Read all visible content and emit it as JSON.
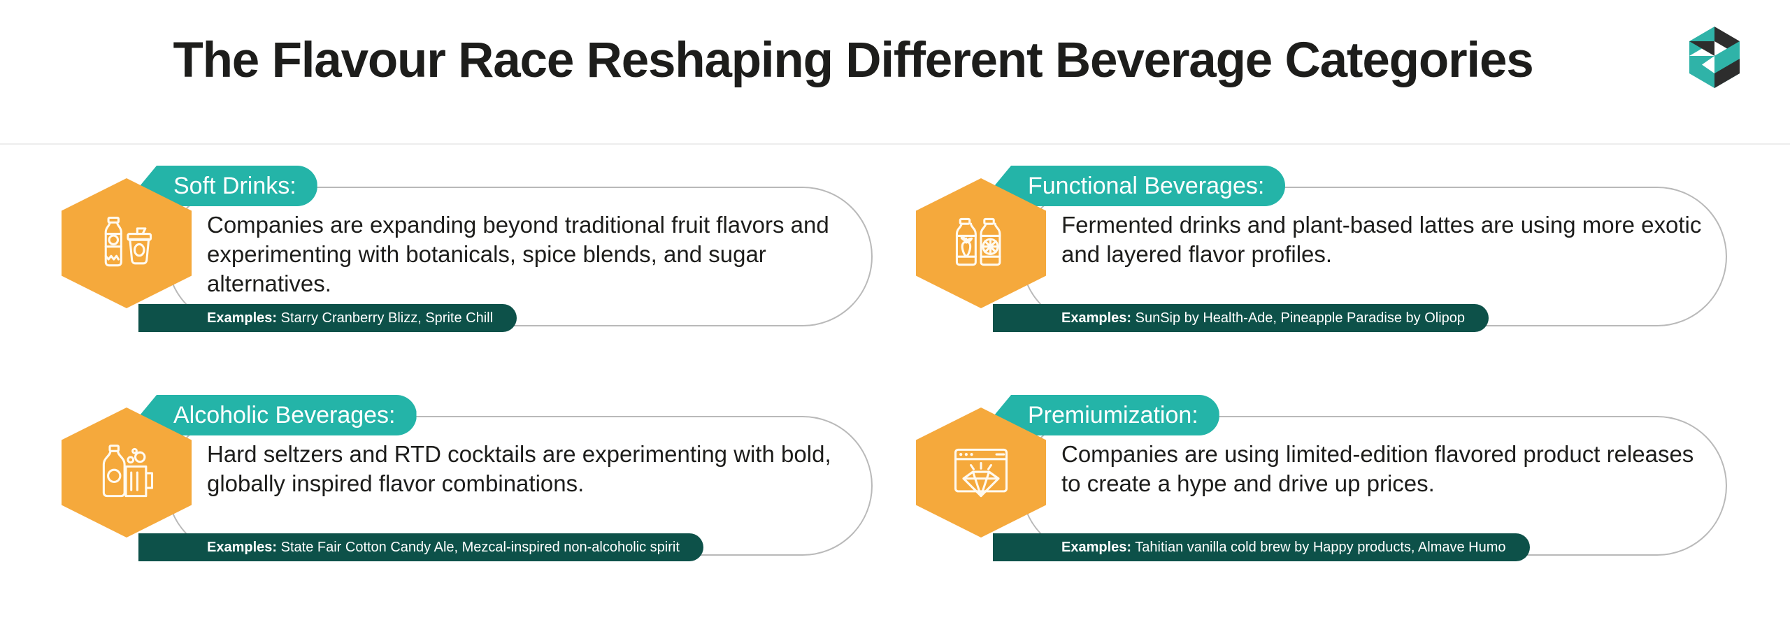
{
  "header": {
    "title": "The Flavour Race Reshaping Different Beverage Categories",
    "logo_name": "brand-logo",
    "logo_colors": {
      "teal": "#2fb3a8",
      "dark": "#2d2d2d"
    }
  },
  "theme": {
    "teal": "#24b4a8",
    "dark_teal": "#0d5149",
    "orange": "#f5a93c",
    "text": "#1d1d1b",
    "outline": "#b9b9b9"
  },
  "cards": [
    {
      "title": "Soft Drinks:",
      "body": "Companies are expanding beyond traditional fruit flavors and experimenting with botanicals, spice blends, and sugar alternatives.",
      "examples_label": "Examples:",
      "examples_text": "Starry Cranberry Blizz, Sprite Chill",
      "icon": "bottle-and-cup-icon"
    },
    {
      "title": "Functional Beverages:",
      "body": "Fermented drinks and plant-based lattes are using more exotic and layered flavor profiles.",
      "examples_label": "Examples:",
      "examples_text": "SunSip by Health-Ade, Pineapple Paradise by Olipop",
      "icon": "juice-bottles-icon"
    },
    {
      "title": "Alcoholic Beverages:",
      "body": "Hard seltzers and RTD cocktails are experimenting with bold, globally inspired flavor combinations.",
      "examples_label": "Examples:",
      "examples_text": "State Fair Cotton Candy Ale, Mezcal-inspired non-alcoholic spirit",
      "icon": "beer-bottle-and-mug-icon"
    },
    {
      "title": "Premiumization:",
      "body": "Companies are using limited-edition flavored product releases to create a hype and drive up prices.",
      "examples_label": "Examples:",
      "examples_text": "Tahitian vanilla cold brew by Happy products, Almave Humo",
      "icon": "diamond-window-icon"
    }
  ]
}
